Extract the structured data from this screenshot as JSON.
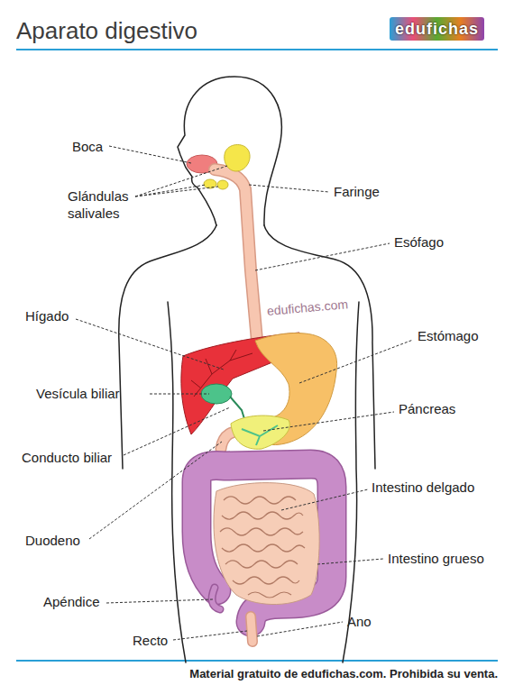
{
  "diagram": {
    "title": "Aparato digestivo",
    "caption": "Material gratuito de edufichas.com. Prohibida su venta.",
    "labels": [
      "Boca",
      "Glándulas salivales",
      "Faringe",
      "Esófago",
      "Hígado",
      "edufichas.com",
      "Estómago",
      "Vesícula biliar",
      "Páncreas",
      "Conducto biliar",
      "Intestino delgado",
      "Duodeno",
      "Intestino grueso",
      "Apéndice",
      "Ano",
      "Recto",
      "edufichas"
    ]
  }
}
